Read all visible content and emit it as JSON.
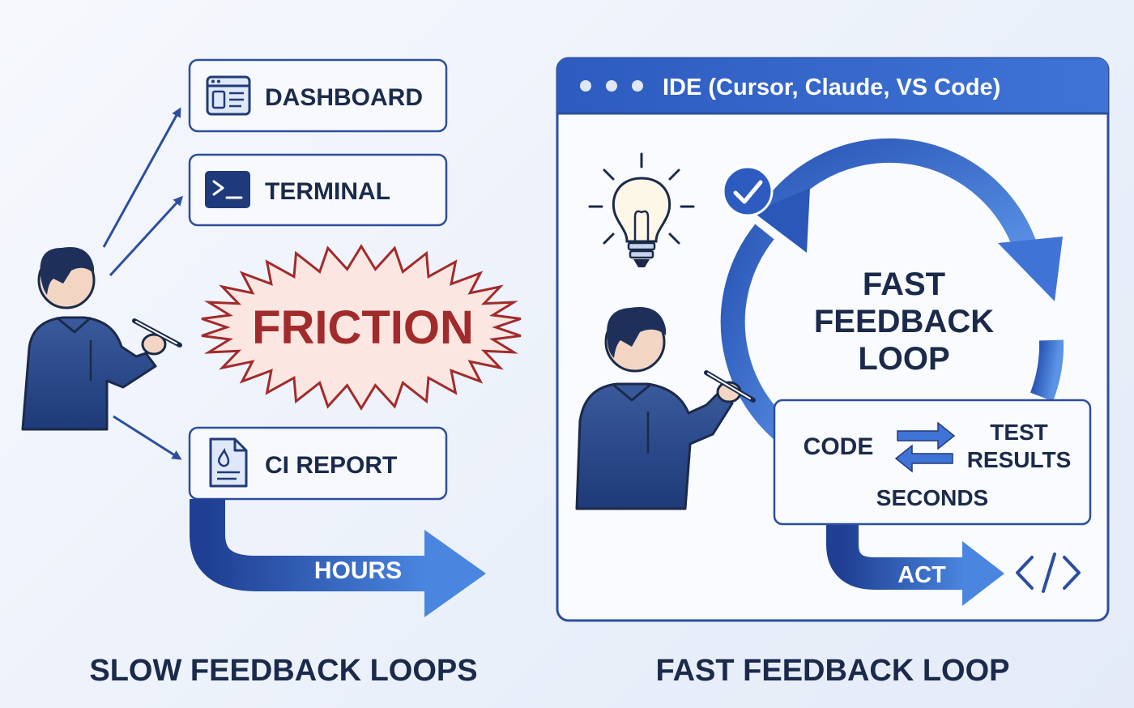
{
  "slow": {
    "tools": {
      "dashboard": "DASHBOARD",
      "terminal": "TERMINAL",
      "ci_report": "CI REPORT"
    },
    "friction": "FRICTION",
    "duration": "HOURS",
    "caption": "SLOW FEEDBACK LOOPS"
  },
  "fast": {
    "window_title": "IDE (Cursor, Claude, VS Code)",
    "loop_title": {
      "line1": "FAST",
      "line2": "FEEDBACK",
      "line3": "LOOP"
    },
    "panel": {
      "code": "CODE",
      "test_line1": "TEST",
      "test_line2": "RESULTS",
      "duration": "SECONDS"
    },
    "action": "ACT",
    "caption": "FAST FEEDBACK LOOP"
  },
  "colors": {
    "navy": "#1b2a4a",
    "blue": "#3b6fd1",
    "dark_blue": "#223a78",
    "friction_red": "#a12b2b",
    "friction_fill": "#fbe6e2"
  },
  "icons": [
    "dashboard-window-icon",
    "terminal-prompt-icon",
    "document-report-icon",
    "lightbulb-icon",
    "checkmark-icon",
    "code-brackets-icon",
    "swap-arrows-icon",
    "developer-figure"
  ]
}
